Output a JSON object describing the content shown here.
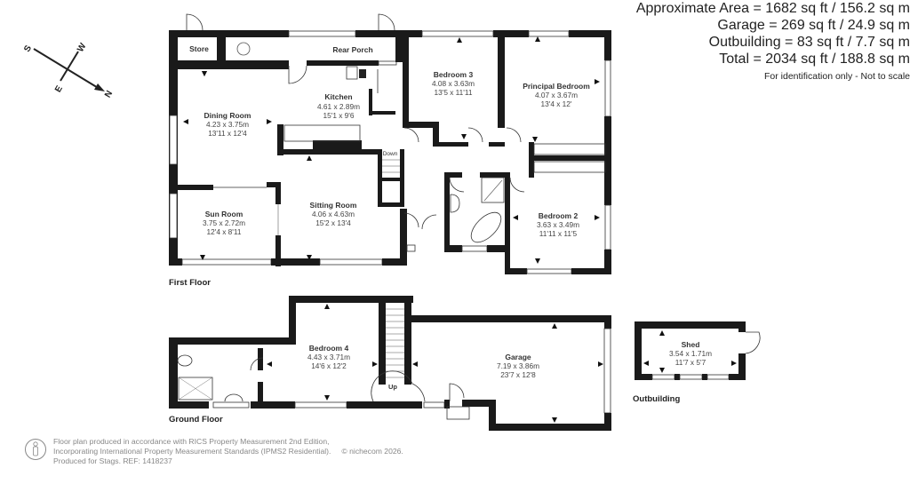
{
  "summary": {
    "approximate_area": "Approximate Area = 1682 sq ft / 156.2 sq m",
    "garage": "Garage = 269 sq ft / 24.9 sq m",
    "outbuilding": "Outbuilding = 83 sq ft / 7.7 sq m",
    "total": "Total = 2034 sq ft / 188.8 sq m",
    "note": "For identification only - Not to scale"
  },
  "compass": {
    "n": "N",
    "s": "S",
    "e": "E",
    "w": "W"
  },
  "floors": {
    "first": {
      "label": "First Floor",
      "rooms": [
        {
          "name": "Store"
        },
        {
          "name": "Rear Porch"
        },
        {
          "name": "Kitchen",
          "metric": "4.61 x 2.89m",
          "imperial": "15'1 x 9'6"
        },
        {
          "name": "Dining Room",
          "metric": "4.23 x 3.75m",
          "imperial": "13'11 x 12'4"
        },
        {
          "name": "Bedroom 3",
          "metric": "4.08 x 3.63m",
          "imperial": "13'5 x 11'11"
        },
        {
          "name": "Principal Bedroom",
          "metric": "4.07 x 3.67m",
          "imperial": "13'4 x 12'"
        },
        {
          "name": "Sun Room",
          "metric": "3.75 x 2.72m",
          "imperial": "12'4 x 8'11"
        },
        {
          "name": "Sitting Room",
          "metric": "4.06 x 4.63m",
          "imperial": "15'2 x 13'4"
        },
        {
          "name": "Bedroom 2",
          "metric": "3.63 x 3.49m",
          "imperial": "11'11 x 11'5"
        }
      ],
      "stairs_label": "Down"
    },
    "ground": {
      "label": "Ground Floor",
      "rooms": [
        {
          "name": "Bedroom 4",
          "metric": "4.43 x 3.71m",
          "imperial": "14'6 x 12'2"
        },
        {
          "name": "Garage",
          "metric": "7.19 x 3.86m",
          "imperial": "23'7 x 12'8"
        }
      ],
      "stairs_label": "Up"
    },
    "outbuilding": {
      "label": "Outbuilding",
      "rooms": [
        {
          "name": "Shed",
          "metric": "3.54 x 1.71m",
          "imperial": "11'7 x 5'7"
        }
      ]
    }
  },
  "footer": {
    "line1": "Floor plan produced in accordance with RICS Property Measurement 2nd Edition,",
    "line2": "Incorporating International Property Measurement Standards (IPMS2 Residential).",
    "copyright": "© nichecom 2026.",
    "line3": "Produced for Stags.   REF: 1418237"
  }
}
